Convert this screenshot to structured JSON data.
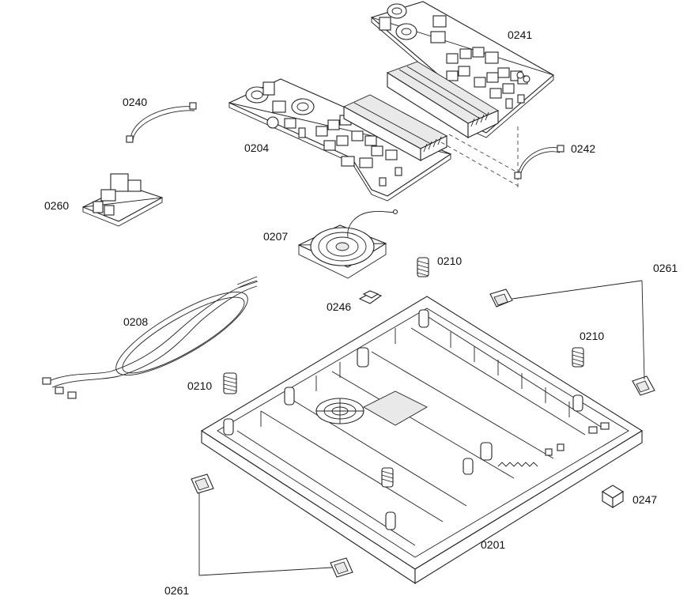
{
  "labels": {
    "l0241": "0241",
    "l0240": "0240",
    "l0204": "0204",
    "l0242": "0242",
    "l0260": "0260",
    "l0207": "0207",
    "l0210a": "0210",
    "l0261a": "0261",
    "l0246": "0246",
    "l0208": "0208",
    "l0210b": "0210",
    "l0210c": "0210",
    "l0247": "0247",
    "l0201": "0201",
    "l0261b": "0261"
  }
}
